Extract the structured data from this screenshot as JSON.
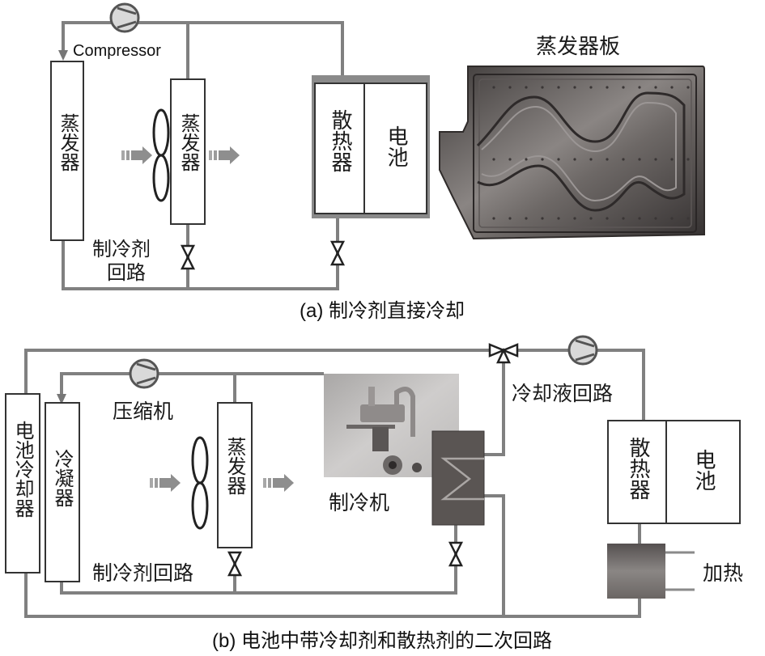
{
  "panel_a": {
    "caption": "(a) 制冷剂直接冷却",
    "compressor_label": "Compressor",
    "condenser_label": "蒸发器",
    "evaporator_label": "蒸发器",
    "loop_label_line1": "制冷剂",
    "loop_label_line2": "回路",
    "radiator_label": "散热器",
    "battery_label": "电池",
    "plate_title": "蒸发器板"
  },
  "panel_b": {
    "caption": "(b) 电池中带冷却剂和散热剂的二次回路",
    "battery_cooler_label": "电池冷却器",
    "condenser_label": "冷凝器",
    "compressor_label": "压缩机",
    "evaporator_label": "蒸发器",
    "refrigerant_loop_label": "制冷剂回路",
    "chiller_label": "制冷机",
    "coolant_loop_label": "冷却液回路",
    "radiator_label": "散热器",
    "battery_label": "电池",
    "heater_label": "加热"
  },
  "colors": {
    "pipe": "#808080",
    "box_stroke": "#333333",
    "chiller_body": "#5a5553",
    "heater_body": "#6e6a68",
    "plate": "#4a4544"
  }
}
